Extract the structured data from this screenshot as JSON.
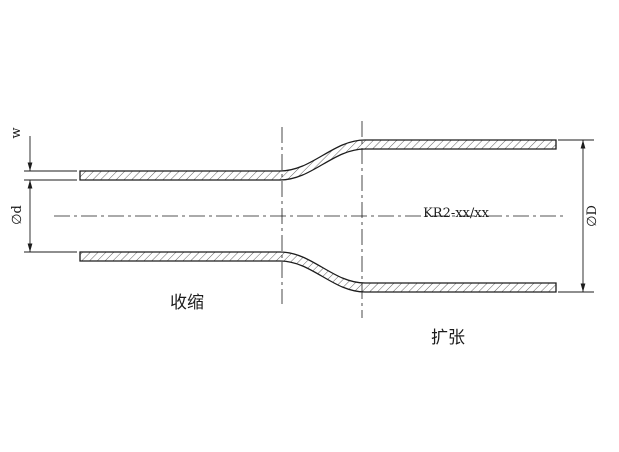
{
  "drawing": {
    "title": "reducer-tube-section-drawing",
    "labels": {
      "wall_thickness": "w",
      "small_diameter": "∅d",
      "large_diameter": "∅D",
      "marking": "KR2-xx/xx",
      "caption_left": "收缩",
      "caption_right": "扩张"
    },
    "colors": {
      "line": "#1c1c1c",
      "background": "#ffffff"
    }
  }
}
